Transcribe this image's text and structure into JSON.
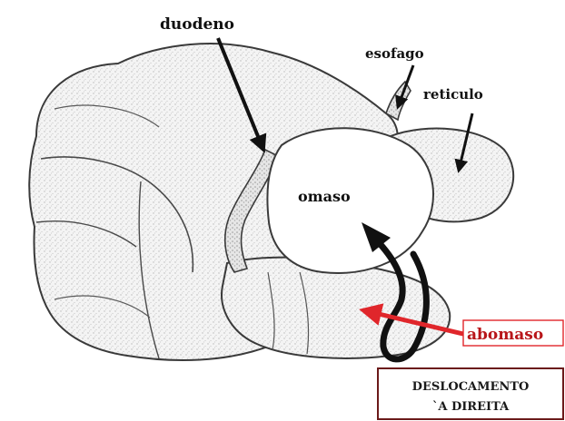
{
  "labels": {
    "duodeno": "duodeno",
    "esofago": "esofago",
    "reticulo": "reticulo",
    "omaso": "omaso",
    "abomaso": "abomaso"
  },
  "caption": {
    "line1": "DESLOCAMENTO",
    "line2": "`A DIREITA"
  },
  "colors": {
    "accent_red": "#e0262b",
    "box_border": "#6b1a1a",
    "outline": "#3a3a3a",
    "stipple": "#cfcfcf"
  }
}
